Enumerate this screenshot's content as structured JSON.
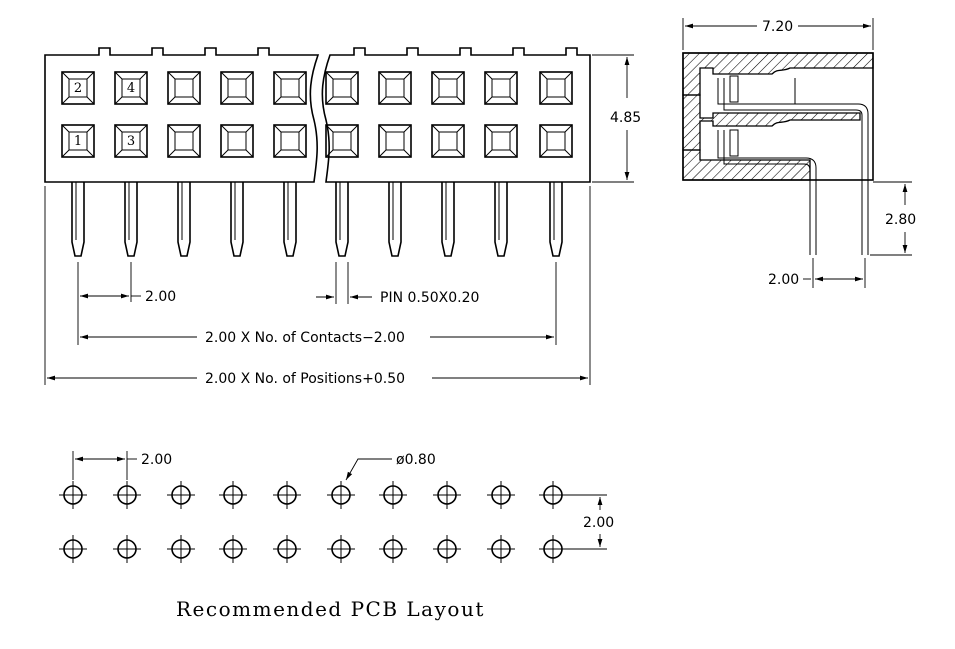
{
  "front_view": {
    "row_top_labels": [
      "2",
      "4"
    ],
    "row_bottom_labels": [
      "1",
      "3"
    ],
    "dim_height": "4.85",
    "dim_pitch": "2.00",
    "dim_pin": "PIN  0.50X0.20",
    "dim_contacts": "2.00  X  No.  of  Contacts−2.00",
    "dim_positions": "2.00  X  No.  of  Positions+0.50"
  },
  "side_view": {
    "dim_width": "7.20",
    "dim_tail": "2.80",
    "dim_row_pitch": "2.00"
  },
  "pcb_layout": {
    "dim_pitch": "2.00",
    "dim_hole": "ø0.80",
    "dim_row_pitch": "2.00",
    "title": "Recommended  PCB  Layout"
  }
}
